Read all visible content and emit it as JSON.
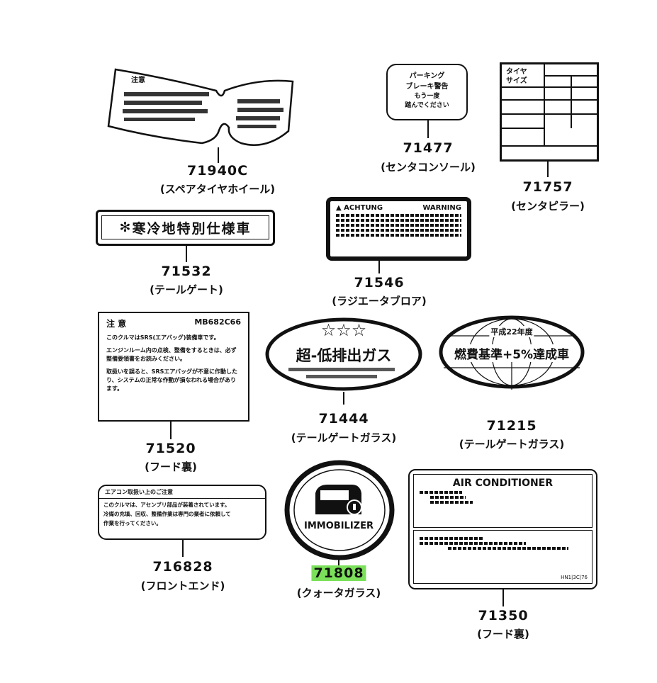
{
  "highlight_color": "#7be05a",
  "parts": {
    "p71940c": {
      "number": "71940C",
      "location": "(スペアタイヤホイール)",
      "text": "注意"
    },
    "p71477": {
      "number": "71477",
      "location": "(センタコンソール)",
      "lines": [
        "パーキング",
        "ブレーキ警告",
        "もう一度",
        "踏んでください"
      ]
    },
    "p71757": {
      "number": "71757",
      "location": "(センタピラー)",
      "lines": [
        "タイヤ",
        "サイズ"
      ]
    },
    "p71532": {
      "number": "71532",
      "location": "(テールゲート)",
      "text": "寒冷地特別仕様車"
    },
    "p71546": {
      "number": "71546",
      "location": "(ラジエータブロア)",
      "lines": [
        "ACHTUNG",
        "WARNING"
      ]
    },
    "p71520": {
      "number": "71520",
      "location": "(フード裏)",
      "title": "注 意",
      "code": "MB682C66",
      "lines": [
        "このクルマはSRS(エアバッグ)装備車です。",
        "エンジンルーム内の点検、整備をするときは、必ず整備要領書をお読みください。",
        "取扱いを誤ると、SRSエアバッグが不意に作動したり、システムの正常な作動が損なわれる場合があります。"
      ]
    },
    "p71444": {
      "number": "71444",
      "location": "(テールゲートガラス)",
      "stars": "☆☆☆",
      "text": "超-低排出ガス"
    },
    "p71215": {
      "number": "71215",
      "location": "(テールゲートガラス)",
      "top": "平成22年度",
      "text": "燃費基準+5%達成車"
    },
    "p716828": {
      "number": "716828",
      "location": "(フロントエンド)",
      "title": "エアコン取扱い上のご注意",
      "lines": [
        "このクルマは、アセンブリ部品が装着されています。",
        "冷媒の充填、回収、整備作業は専門の業者に依頼して",
        "作業を行ってください。"
      ]
    },
    "p71808": {
      "number": "71808",
      "location": "(クォータガラス)",
      "text": "IMMOBILIZER",
      "highlighted": true
    },
    "p71350": {
      "number": "71350",
      "location": "(フード裏)",
      "title": "AIR CONDITIONER",
      "code": "HN1|3C|76"
    }
  }
}
